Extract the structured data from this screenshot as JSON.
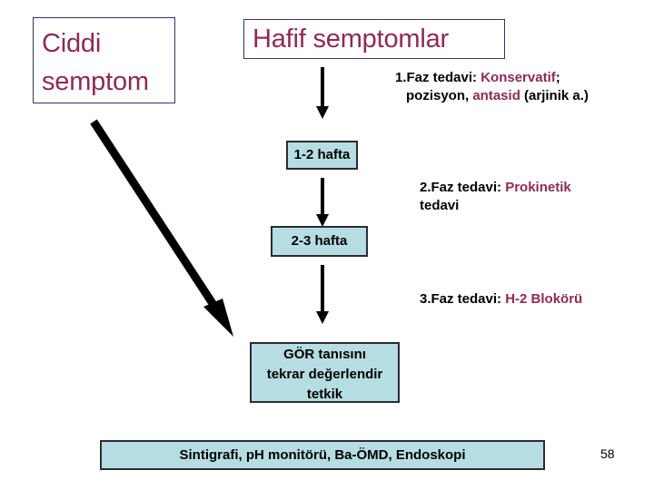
{
  "slide": {
    "page_number": "58",
    "colors": {
      "accent_text": "#8e2a55",
      "box_fill_blue": "#b6dde2",
      "box_border_dark": "#2b2b35",
      "box_border_navy": "#33336b",
      "body_text": "#000000",
      "background": "#ffffff"
    }
  },
  "headings": {
    "severe": {
      "line1": "Ciddi",
      "line2": "semptom"
    },
    "mild": "Hafif semptomlar"
  },
  "phase_notes": [
    {
      "id": "phase-1",
      "line1_plain": "1.Faz tedavi: ",
      "line1_accent": "Konservatif",
      "line1_tail": ";",
      "line2_plain": "pozisyon, ",
      "line2_accent": " antasid",
      "line2_tail": " (arjinik a.)"
    },
    {
      "id": "phase-2",
      "line1_plain": "2.Faz tedavi: ",
      "line1_accent": "Prokinetik",
      "line2_plain": "tedavi"
    },
    {
      "id": "phase-3",
      "line1_plain": "3.Faz tedavi: ",
      "line1_accent": "H-2 Blokörü"
    }
  ],
  "interval_boxes": {
    "first": "1-2 hafta",
    "second": "2-3 hafta"
  },
  "reassess_box": {
    "line1": "GÖR tanısını",
    "line2": "tekrar değerlendir",
    "line3": "tetkik"
  },
  "tests_box": {
    "label": "Sintigrafi,  pH monitörü,  Ba-ÖMD,  Endoskopi"
  }
}
